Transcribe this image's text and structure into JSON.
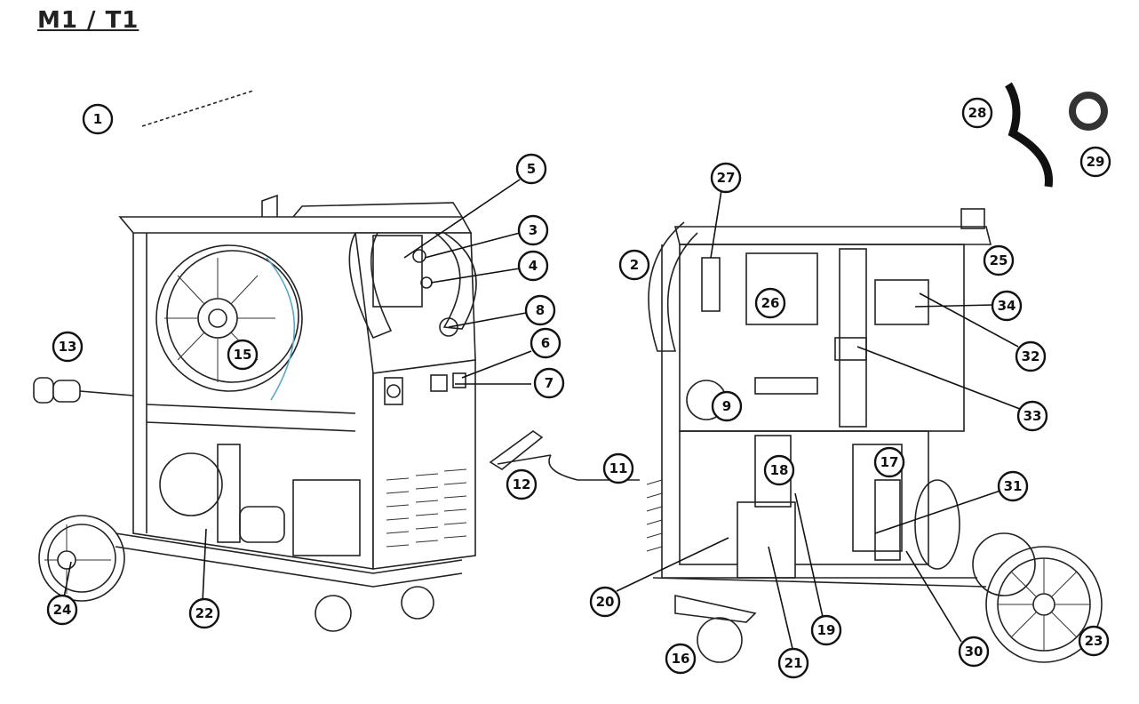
{
  "title": "M1 / T1",
  "callouts": [
    "1",
    "2",
    "3",
    "4",
    "5",
    "6",
    "7",
    "8",
    "9",
    "11",
    "12",
    "13",
    "15",
    "16",
    "17",
    "18",
    "19",
    "20",
    "21",
    "22",
    "23",
    "24",
    "25",
    "26",
    "27",
    "28",
    "29",
    "30",
    "31",
    "32",
    "33",
    "34"
  ]
}
